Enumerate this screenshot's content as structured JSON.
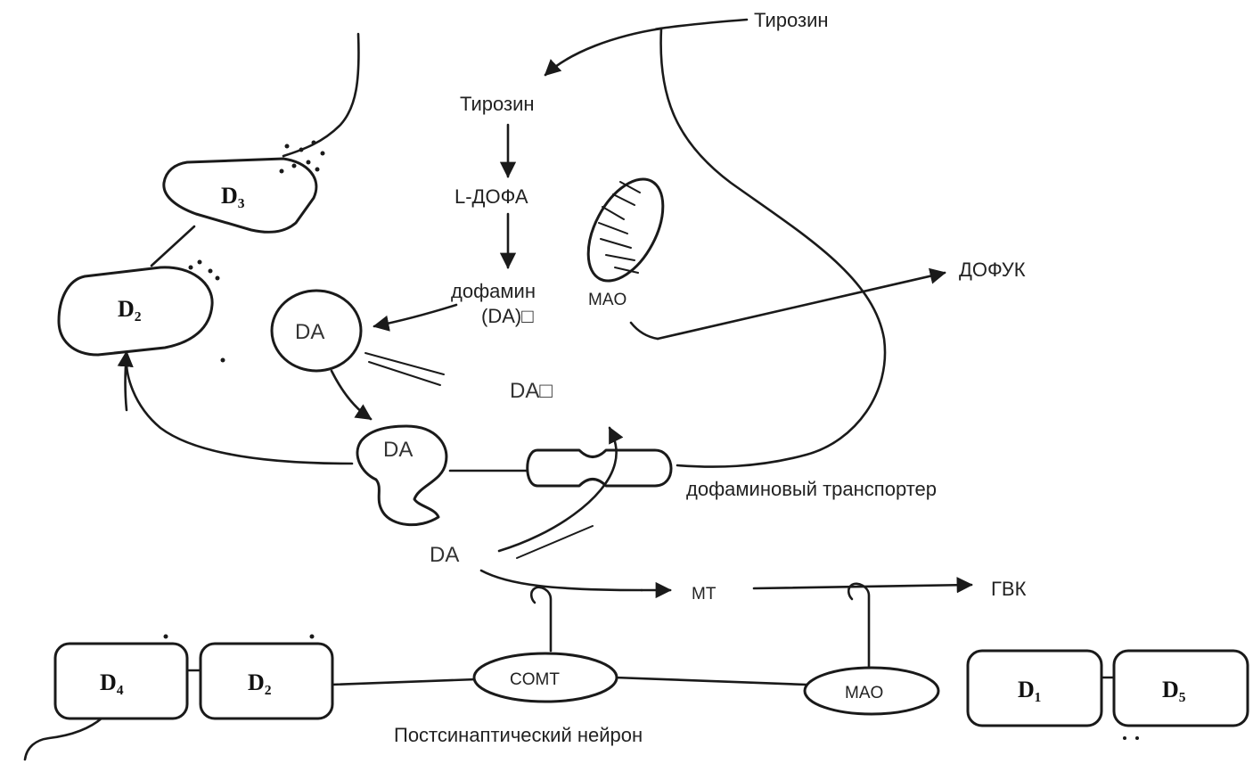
{
  "labels": {
    "tyrosine_outer": "Тирозин",
    "tyrosine_inner": "Тирозин",
    "ldopa": "L-ДОФА",
    "dopamine_line1": "дофамин",
    "dopamine_line2": "(DA)□",
    "mao_top": "MAO",
    "dofuk": "ДОФУК",
    "da_vesicle": "DA",
    "da_cytosol": "DA□",
    "da_release": "DA",
    "da_synapse": "DA",
    "transporter": "дофаминовый транспортер",
    "mt": "MT",
    "gvk": "ГВК",
    "comt": "COMT",
    "mao_bottom": "MAO",
    "postsynaptic": "Постсинаптический нейрон"
  },
  "receptors": {
    "d3": "D₃",
    "d2_pre": "D₂",
    "d4": "D₄",
    "d2_post": "D₂",
    "d1": "D₁",
    "d5": "D₅"
  }
}
